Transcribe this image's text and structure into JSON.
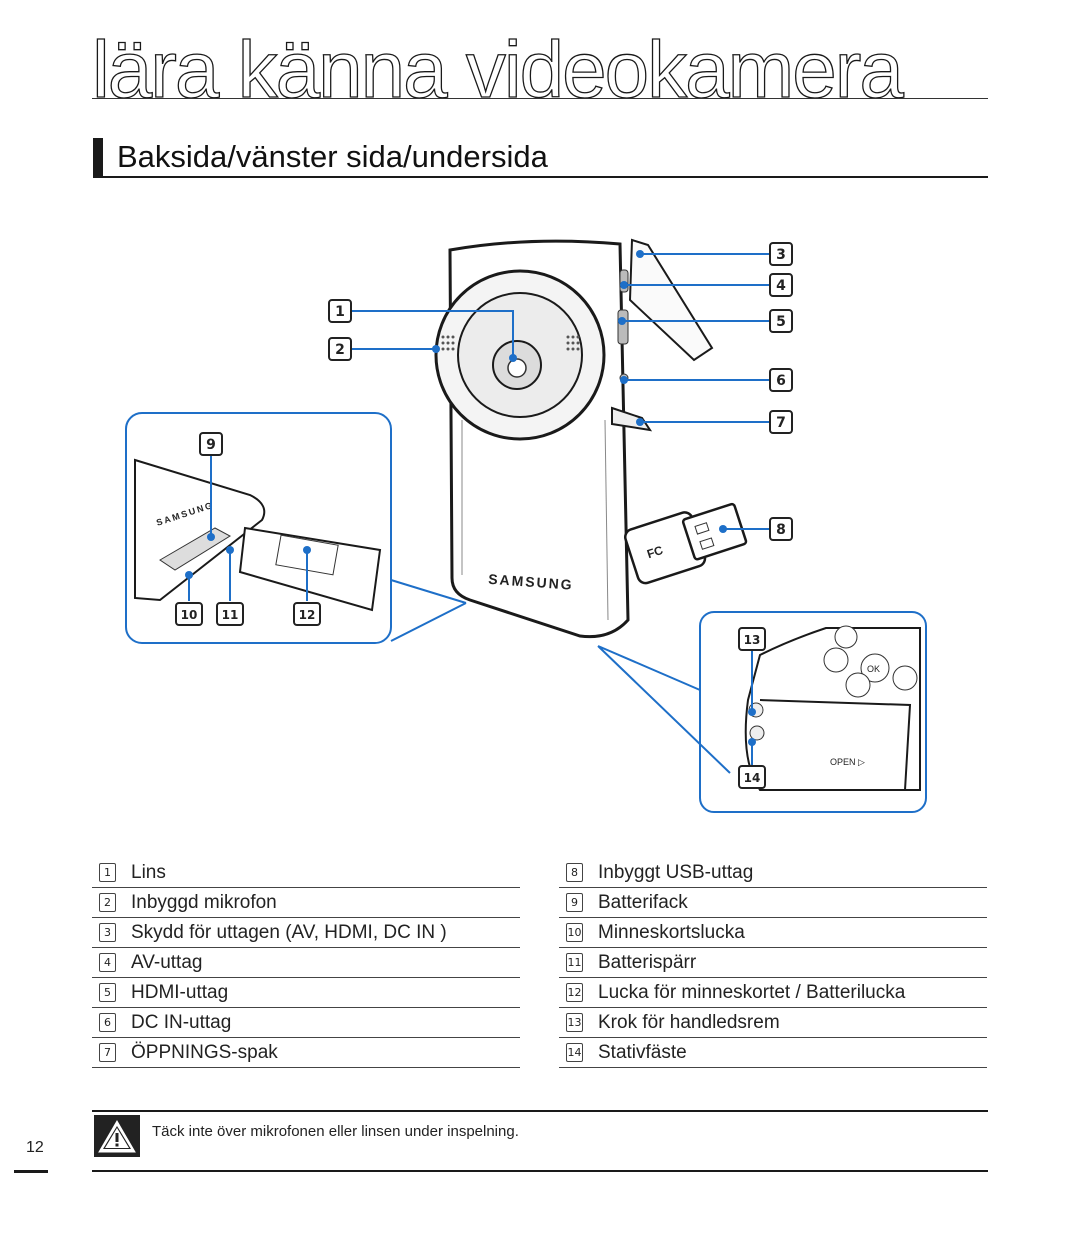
{
  "chapter": {
    "title": "lära känna videokamera"
  },
  "section": {
    "title": "Baksida/vänster sida/undersida"
  },
  "figure": {
    "callouts": [
      "1",
      "2",
      "3",
      "4",
      "5",
      "6",
      "7",
      "8",
      "9",
      "10",
      "11",
      "12",
      "13",
      "14"
    ],
    "brand": "SAMSUNG",
    "labels": {
      "ok": "OK",
      "open": "OPEN ▷",
      "fc": "FC"
    },
    "accent_color": "#1e6fc8"
  },
  "legend": {
    "left": [
      {
        "num": "1",
        "text": "Lins"
      },
      {
        "num": "2",
        "text": "Inbyggd mikrofon"
      },
      {
        "num": "3",
        "text": "Skydd för uttagen (AV, HDMI, DC IN )"
      },
      {
        "num": "4",
        "text": "AV-uttag"
      },
      {
        "num": "5",
        "text": "HDMI-uttag"
      },
      {
        "num": "6",
        "text": "DC IN-uttag"
      },
      {
        "num": "7",
        "text": "ÖPPNINGS-spak"
      }
    ],
    "right": [
      {
        "num": "8",
        "text": "Inbyggt USB-uttag"
      },
      {
        "num": "9",
        "text": "Batterifack"
      },
      {
        "num": "10",
        "text": "Minneskortslucka"
      },
      {
        "num": "11",
        "text": "Batterispärr"
      },
      {
        "num": "12",
        "text": "Lucka för minneskortet / Batterilucka"
      },
      {
        "num": "13",
        "text": "Krok för handledsrem"
      },
      {
        "num": "14",
        "text": "Stativfäste"
      }
    ]
  },
  "note": {
    "text": "Täck inte över mikrofonen eller linsen under inspelning.",
    "icon": "warning-icon"
  },
  "page": {
    "number": "12"
  }
}
